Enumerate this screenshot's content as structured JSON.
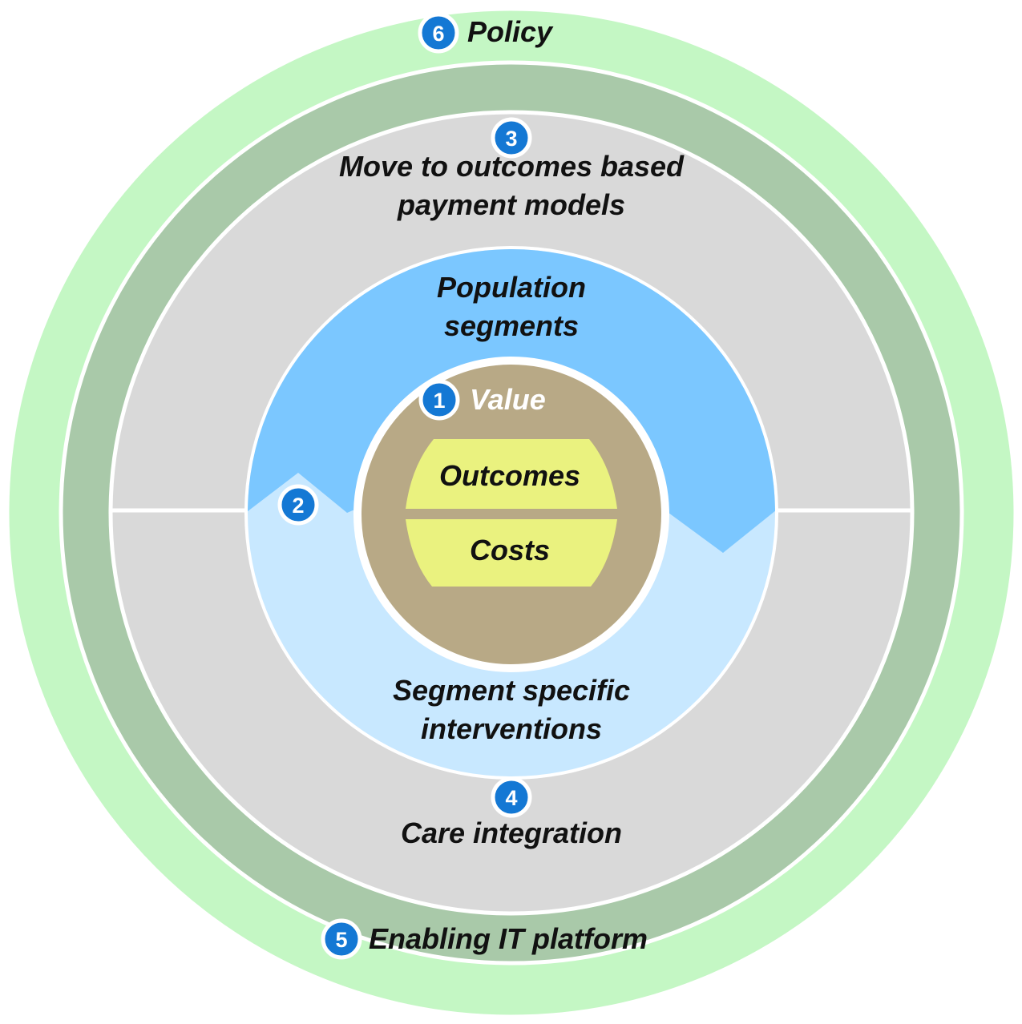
{
  "colors": {
    "policy_ring": "#c4f7c4",
    "it_ring": "#a9c9a9",
    "gray_disc": "#d9d9d9",
    "population_blue": "#7bc7ff",
    "interventions_blue": "#c8e8ff",
    "value_core": "#b8a986",
    "pill_yellow": "#eaf27f",
    "badge_blue": "#1478d4"
  },
  "rings": {
    "policy": {
      "number": "6",
      "label": "Policy"
    },
    "it_platform": {
      "number": "5",
      "label": "Enabling IT platform"
    },
    "payment_models": {
      "number": "3",
      "line1": "Move to outcomes based",
      "line2": "payment models"
    },
    "care_integration": {
      "number": "4",
      "label": "Care integration"
    },
    "population": {
      "number": "2",
      "line1": "Population",
      "line2": "segments"
    },
    "interventions": {
      "line1": "Segment specific",
      "line2": "interventions"
    },
    "value": {
      "number": "1",
      "label": "Value",
      "outcomes": "Outcomes",
      "costs": "Costs"
    }
  }
}
